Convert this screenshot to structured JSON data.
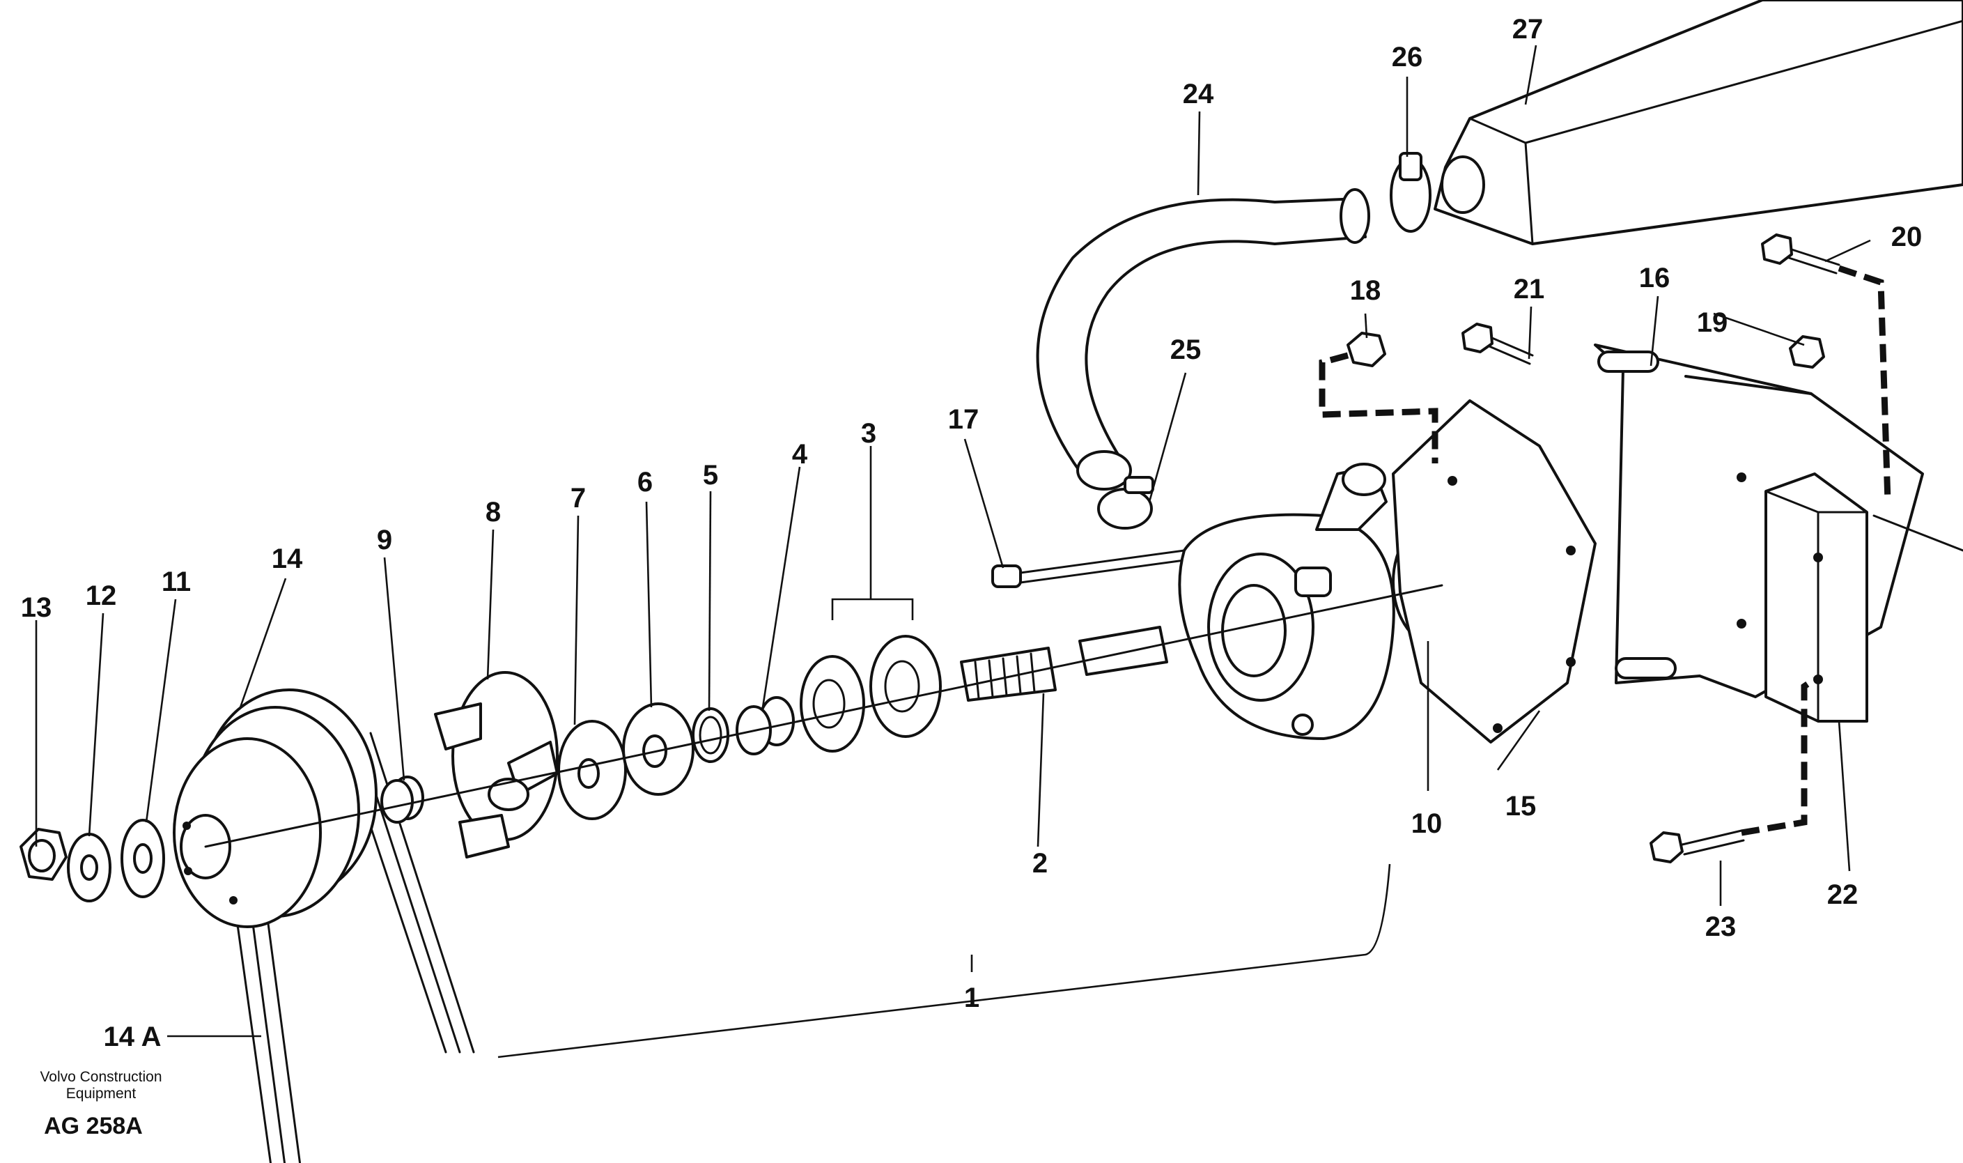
{
  "callouts": {
    "c1": "1",
    "c2": "2",
    "c3": "3",
    "c4": "4",
    "c5": "5",
    "c6": "6",
    "c7": "7",
    "c8": "8",
    "c9": "9",
    "c10": "10",
    "c11": "11",
    "c12": "12",
    "c13": "13",
    "c14": "14",
    "c14a": "14 A",
    "c15": "15",
    "c16": "16",
    "c17": "17",
    "c18": "18",
    "c19": "19",
    "c20": "20",
    "c21": "21",
    "c22": "22",
    "c23": "23",
    "c24": "24",
    "c25": "25",
    "c26": "26",
    "c27": "27"
  },
  "credit": {
    "line1": "Volvo Construction",
    "line2": "Equipment",
    "code": "AG 258A"
  }
}
